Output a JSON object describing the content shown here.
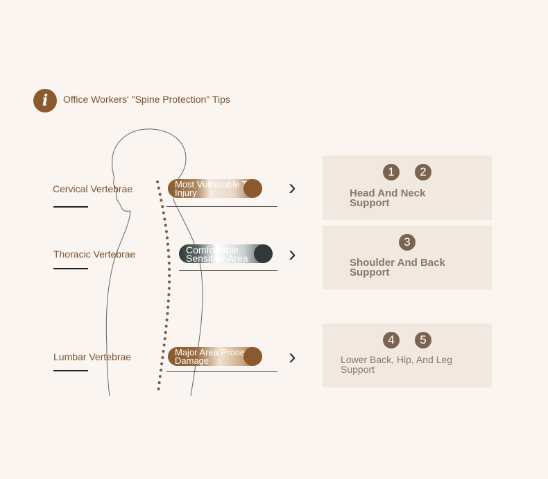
{
  "header": {
    "icon_letter": "i",
    "title": "Office Workers' \"Spine Protection\" Tips"
  },
  "vertebrae": [
    {
      "label": "Cervical Vertebrae",
      "pill_text": "Most Vulnerable To Injury",
      "chevron": "›"
    },
    {
      "label": "Thoracic Vertebrae",
      "pill_text": "Comfortable Sensitive Area",
      "chevron": "›"
    },
    {
      "label": "Lumbar Vertebrae",
      "pill_text": "Major Area Prone To Damage",
      "chevron": "›"
    }
  ],
  "cards": [
    {
      "badges": [
        "1",
        "2"
      ],
      "text": "Head And Neck Support"
    },
    {
      "badges": [
        "3"
      ],
      "text": "Shoulder And Back Support"
    },
    {
      "badges": [
        "4",
        "5"
      ],
      "text": "Lower Back, Hip, And Leg Support"
    }
  ],
  "colors": {
    "accent": "#8a5a2e",
    "pill_brown": "#8a5a2e",
    "pill_dark": "#2f3a38",
    "card_bg": "#f1e8df"
  }
}
